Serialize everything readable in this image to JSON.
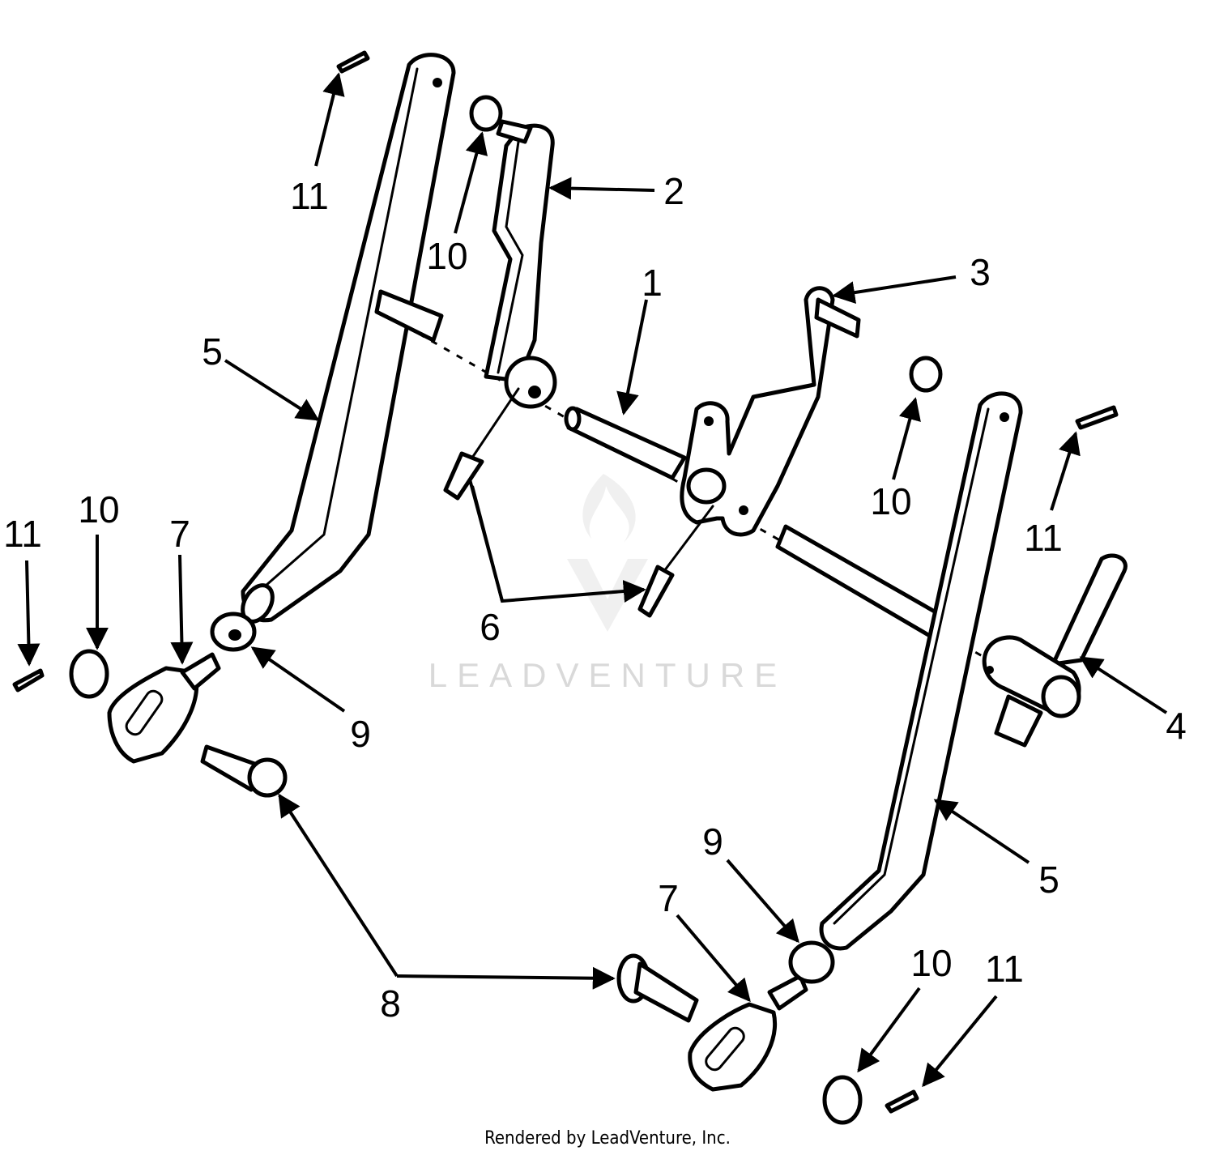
{
  "callouts": {
    "c1": "1",
    "c2": "2",
    "c3": "3",
    "c4": "4",
    "c5a": "5",
    "c5b": "5",
    "c6": "6",
    "c7a": "7",
    "c7b": "7",
    "c8": "8",
    "c9a": "9",
    "c9b": "9",
    "c10a": "10",
    "c10b": "10",
    "c10c": "10",
    "c10d": "10",
    "c11a": "11",
    "c11b": "11",
    "c11c": "11",
    "c11d": "11"
  },
  "watermark": "LEADVENTURE",
  "footer": "Rendered by LeadVenture, Inc.",
  "colors": {
    "line": "#000000",
    "watermark": "#d9d9d9",
    "background": "#ffffff"
  }
}
